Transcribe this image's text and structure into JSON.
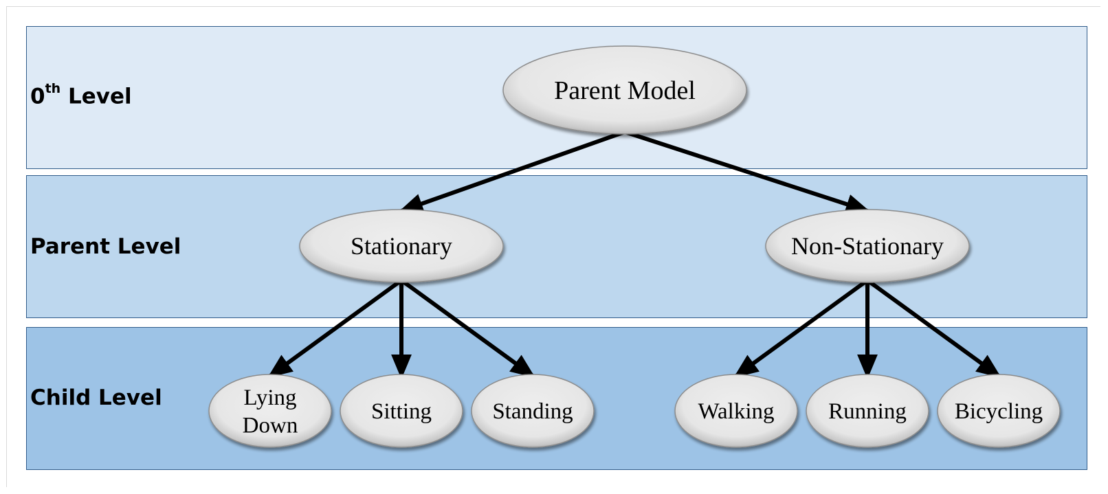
{
  "colors": {
    "band_0": "#deeaf6",
    "band_1": "#bdd7ee",
    "band_2": "#9dc3e6",
    "band_border": "#2e5b8a",
    "node_fill": "#e7e7e7",
    "edge": "#000000"
  },
  "levels": [
    {
      "prefix": "0",
      "sup": "th",
      "suffix": " Level"
    },
    {
      "prefix": "Parent Level",
      "sup": "",
      "suffix": ""
    },
    {
      "prefix": "Child Level",
      "sup": "",
      "suffix": ""
    }
  ],
  "nodes": [
    {
      "id": "parent-model",
      "lines": [
        "Parent Model"
      ]
    },
    {
      "id": "stationary",
      "lines": [
        "Stationary"
      ]
    },
    {
      "id": "non-stationary",
      "lines": [
        "Non-Stationary"
      ]
    },
    {
      "id": "lying-down",
      "lines": [
        "Lying",
        "Down"
      ]
    },
    {
      "id": "sitting",
      "lines": [
        "Sitting"
      ]
    },
    {
      "id": "standing",
      "lines": [
        "Standing"
      ]
    },
    {
      "id": "walking",
      "lines": [
        "Walking"
      ]
    },
    {
      "id": "running",
      "lines": [
        "Running"
      ]
    },
    {
      "id": "bicycling",
      "lines": [
        "Bicycling"
      ]
    }
  ],
  "edges": [
    {
      "from": "parent-model",
      "to": "stationary"
    },
    {
      "from": "parent-model",
      "to": "non-stationary"
    },
    {
      "from": "stationary",
      "to": "lying-down"
    },
    {
      "from": "stationary",
      "to": "sitting"
    },
    {
      "from": "stationary",
      "to": "standing"
    },
    {
      "from": "non-stationary",
      "to": "walking"
    },
    {
      "from": "non-stationary",
      "to": "running"
    },
    {
      "from": "non-stationary",
      "to": "bicycling"
    }
  ]
}
